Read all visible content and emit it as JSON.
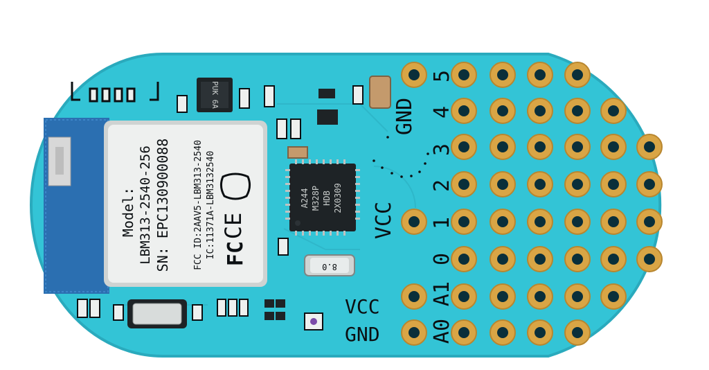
{
  "board": {
    "colors": {
      "pcb": "#33c4d6",
      "pcb_edge": "#2fb6c9",
      "pad_ring": "#d9a545",
      "hole": "#0a2f3a",
      "silkscreen": "#0b0f12",
      "module_shield": "#eef0ef",
      "antenna": "#2b6fb1"
    },
    "module": {
      "model_label": "Model:",
      "model_number": "LBM313-2540-256",
      "sn": "SN: EPC130900088",
      "fcc_id": "FCC ID:2AAV5-LBM313-2540",
      "ic": "IC:11371A-LBM3132540",
      "ce_mark": "CE",
      "fc_mark": "FC"
    },
    "mcu": {
      "line1": "A244",
      "line2": "M328P",
      "line3": "HDB",
      "line4": "2X0309"
    },
    "crystal_small": {
      "label": "8.0"
    },
    "sensor_chip": {
      "label": "PUK 6A"
    },
    "header_labels": {
      "row5": "5",
      "row4": "4",
      "row3": "3",
      "row2": "2",
      "row1": "1",
      "row0": "0",
      "a1": "A1",
      "a0": "A0",
      "gnd_top": "GND",
      "vcc_mid": "VCC",
      "vcc_bottom": "VCC",
      "gnd_bottom": "GND"
    }
  }
}
